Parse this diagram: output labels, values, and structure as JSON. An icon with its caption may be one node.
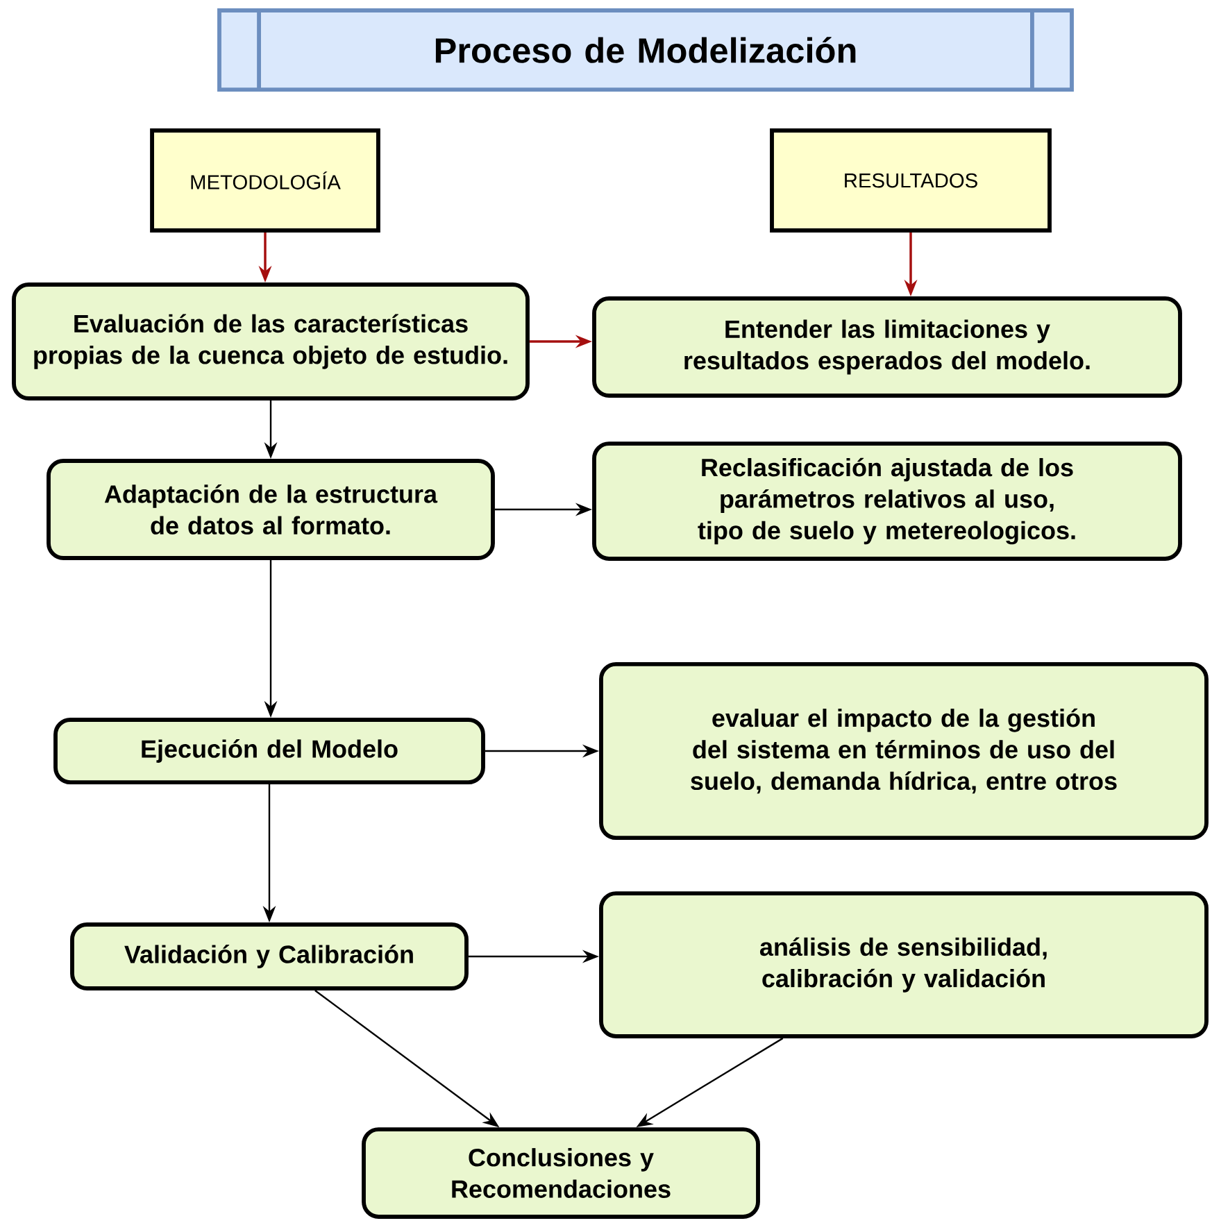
{
  "diagram": {
    "nodes": [
      {
        "text": [
          "Proceso de Modelización"
        ]
      },
      {
        "text": [
          "METODOLOGÍA"
        ]
      },
      {
        "text": [
          "RESULTADOS"
        ]
      },
      {
        "text": [
          "Evaluación de las características propias de la cuenca objeto de estudio."
        ]
      },
      {
        "text": [
          "Entender las limitaciones y resultados esperados del modelo."
        ]
      },
      {
        "text": [
          "Adaptación de la estructura de datos al formato."
        ]
      },
      {
        "text": [
          "Reclasificación ajustada de los parámetros relativos al uso, tipo de suelo y metereologicos."
        ]
      },
      {
        "text": [
          "Ejecución del Modelo"
        ]
      },
      {
        "text": [
          "evaluar el impacto de la gestión del sistema en términos de uso del suelo, demanda hídrica, entre otros"
        ]
      },
      {
        "text": [
          "Validación y Calibración"
        ]
      },
      {
        "text": [
          "análisis de sensibilidad, calibración y validación"
        ]
      },
      {
        "text": [
          "Conclusiones y Recomendaciones"
        ]
      }
    ],
    "edges": [
      {
        "from": 1,
        "to": 3,
        "arrow": "to",
        "color": "#a50f0f"
      },
      {
        "from": 2,
        "to": 4,
        "arrow": "to",
        "color": "#a50f0f"
      },
      {
        "from": 3,
        "to": 4,
        "arrow": "to",
        "color": "#a50f0f"
      },
      {
        "from": 3,
        "to": 5,
        "arrow": "to"
      },
      {
        "from": 5,
        "to": 6,
        "arrow": "to"
      },
      {
        "from": 5,
        "to": 7,
        "arrow": "to"
      },
      {
        "from": 7,
        "to": 8,
        "arrow": "to"
      },
      {
        "from": 7,
        "to": 9,
        "arrow": "to"
      },
      {
        "from": 9,
        "to": 10,
        "arrow": "to"
      },
      {
        "from": 9,
        "to": 11,
        "arrow": "to"
      },
      {
        "from": 10,
        "to": 11,
        "arrow": "to"
      }
    ]
  }
}
